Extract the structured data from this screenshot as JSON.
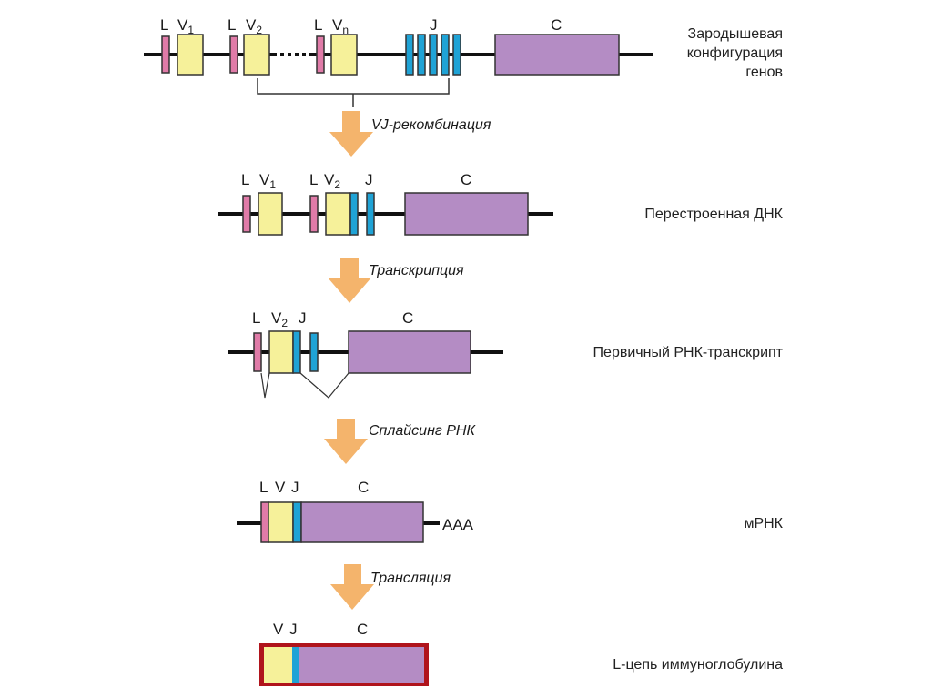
{
  "colors": {
    "leader_L": "#e07ba8",
    "variable_V": "#f6f19a",
    "joining_J": "#1fa3d6",
    "constant_C": "#b48cc4",
    "arrow": "#f4b46c",
    "protein_border": "#b0141c"
  },
  "rows": {
    "germline": {
      "segments": {
        "L1": "L",
        "V1": "V",
        "V1_sub": "1",
        "L2": "L",
        "V2": "V",
        "V2_sub": "2",
        "Ln": "L",
        "Vn": "V",
        "Vn_sub": "n",
        "J": "J",
        "C": "C"
      },
      "stage_label": [
        "Зародышевая",
        "конфигурация",
        "генов"
      ]
    },
    "rearranged": {
      "segments": {
        "L1": "L",
        "V1": "V",
        "V1_sub": "1",
        "L2": "L",
        "V2": "V",
        "V2_sub": "2",
        "J": "J",
        "C": "C"
      },
      "stage_label": "Перестроенная ДНК"
    },
    "primary": {
      "segments": {
        "L": "L",
        "V2": "V",
        "V2_sub": "2",
        "J": "J",
        "C": "C"
      },
      "stage_label": "Первичный РНК-транскрипт"
    },
    "mrna": {
      "segments": {
        "L": "L",
        "V": "V",
        "J": "J",
        "C": "C",
        "polyA": "AAA"
      },
      "stage_label": "мРНК"
    },
    "protein": {
      "segments": {
        "V": "V",
        "J": "J",
        "C": "C"
      },
      "stage_label": "L-цепь иммуноглобулина"
    }
  },
  "steps": {
    "recombination": "VJ-рекомбинация",
    "transcription": "Транскрипция",
    "splicing": "Сплайсинг РНК",
    "translation": "Трансляция"
  }
}
